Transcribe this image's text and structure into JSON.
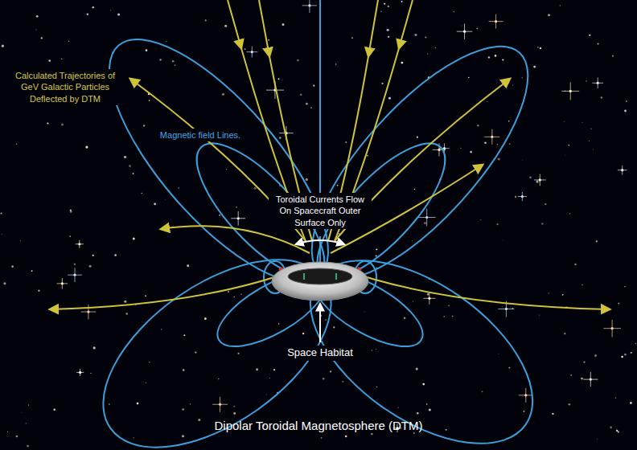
{
  "diagram": {
    "caption": "Dipolar Toroidal Magnetosphere (DTM)",
    "labels": [
      "Calculated Trajectories of GeV Galactic Particles Deflected by DTM",
      "Magnetic field Lines.",
      "Toroidal Currents Flow On Spacecraft Outer Surface Only",
      "Space Habitat"
    ]
  }
}
